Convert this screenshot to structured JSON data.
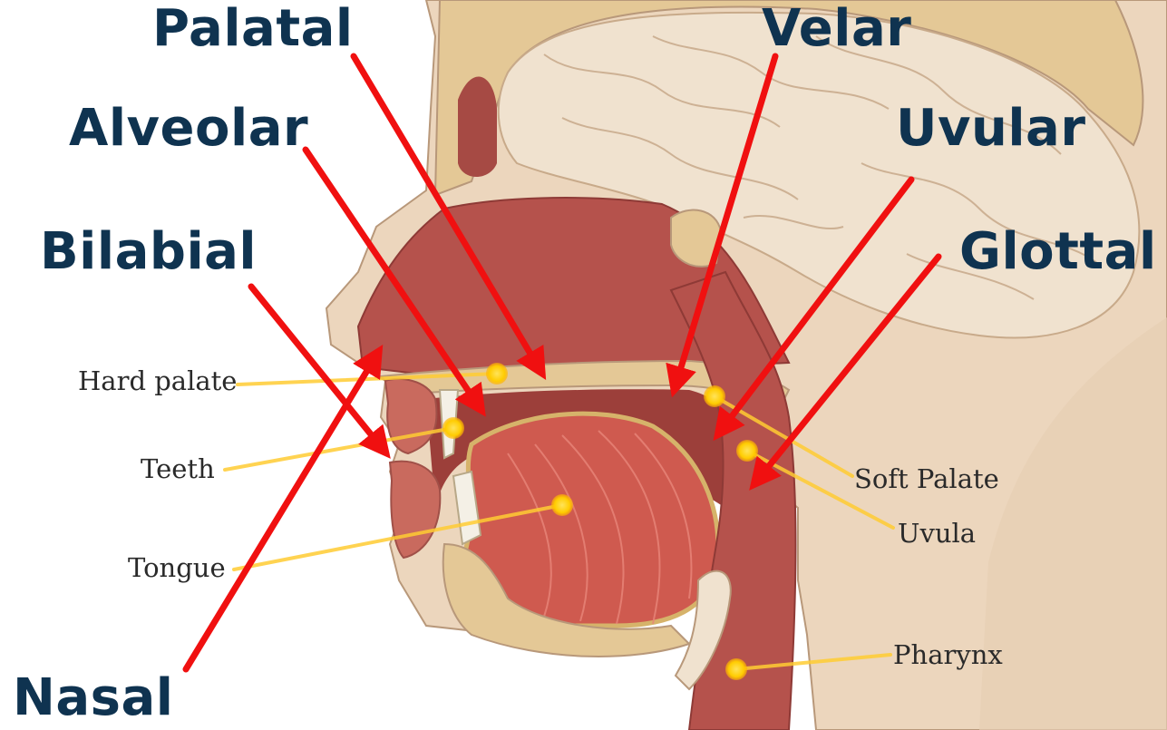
{
  "articulation_labels": {
    "palatal": "Palatal",
    "velar": "Velar",
    "alveolar": "Alveolar",
    "uvular": "Uvular",
    "bilabial": "Bilabial",
    "glottal": "Glottal",
    "nasal": "Nasal"
  },
  "anatomy_labels": {
    "hard_palate": "Hard palate",
    "teeth": "Teeth",
    "tongue": "Tongue",
    "soft_palate": "Soft Palate",
    "uvula": "Uvula",
    "pharynx": "Pharynx"
  },
  "colors": {
    "label_text": "#0f3350",
    "arrow": "#f01010",
    "marker": "#ffcc00",
    "skin": "#ecd6bd",
    "cavity": "#b5524c",
    "muscle": "#cf5a4f",
    "bone": "#e4c896",
    "brain": "#f0e2cf"
  }
}
